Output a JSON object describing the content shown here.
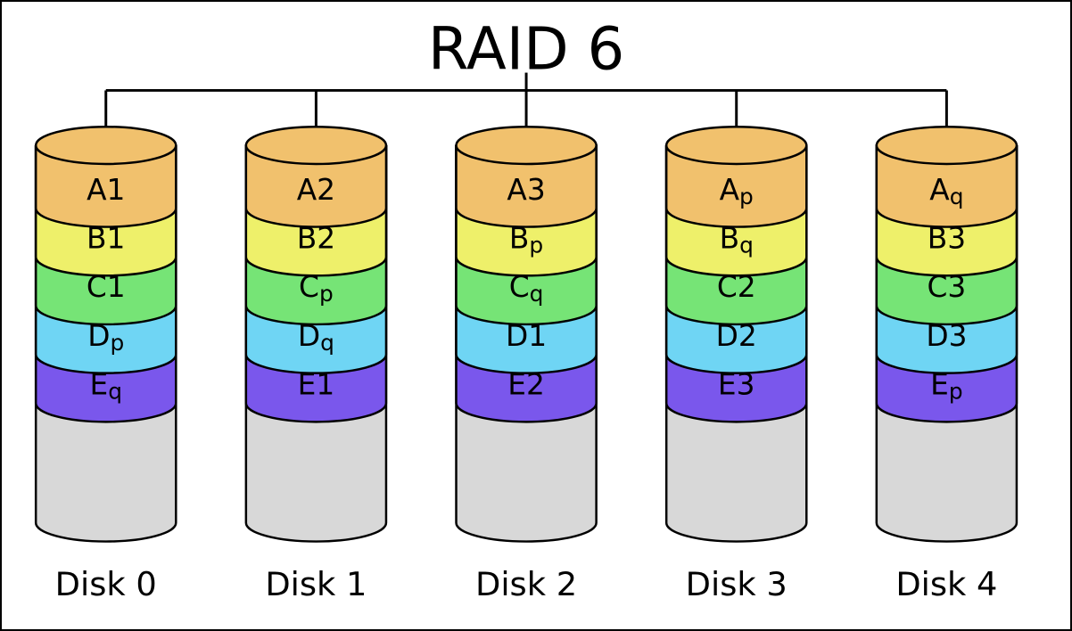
{
  "title": "RAID 6",
  "disks": [
    {
      "name": "Disk 0",
      "blocks": [
        {
          "base": "A1",
          "sub": ""
        },
        {
          "base": "B1",
          "sub": ""
        },
        {
          "base": "C1",
          "sub": ""
        },
        {
          "base": "D",
          "sub": "p"
        },
        {
          "base": "E",
          "sub": "q"
        }
      ]
    },
    {
      "name": "Disk 1",
      "blocks": [
        {
          "base": "A2",
          "sub": ""
        },
        {
          "base": "B2",
          "sub": ""
        },
        {
          "base": "C",
          "sub": "p"
        },
        {
          "base": "D",
          "sub": "q"
        },
        {
          "base": "E1",
          "sub": ""
        }
      ]
    },
    {
      "name": "Disk 2",
      "blocks": [
        {
          "base": "A3",
          "sub": ""
        },
        {
          "base": "B",
          "sub": "p"
        },
        {
          "base": "C",
          "sub": "q"
        },
        {
          "base": "D1",
          "sub": ""
        },
        {
          "base": "E2",
          "sub": ""
        }
      ]
    },
    {
      "name": "Disk 3",
      "blocks": [
        {
          "base": "A",
          "sub": "p"
        },
        {
          "base": "B",
          "sub": "q"
        },
        {
          "base": "C2",
          "sub": ""
        },
        {
          "base": "D2",
          "sub": ""
        },
        {
          "base": "E3",
          "sub": ""
        }
      ]
    },
    {
      "name": "Disk 4",
      "blocks": [
        {
          "base": "A",
          "sub": "q"
        },
        {
          "base": "B3",
          "sub": ""
        },
        {
          "base": "C3",
          "sub": ""
        },
        {
          "base": "D3",
          "sub": ""
        },
        {
          "base": "E",
          "sub": "p"
        }
      ]
    }
  ],
  "colors": {
    "stripe-a": "#f1c16d",
    "stripe-b": "#eef06a",
    "stripe-c": "#76e476",
    "stripe-d": "#6fd5f4",
    "stripe-e": "#7a57ec",
    "disk-body": "#d8d8d8",
    "outline": "#000000",
    "background": "#ffffff"
  }
}
